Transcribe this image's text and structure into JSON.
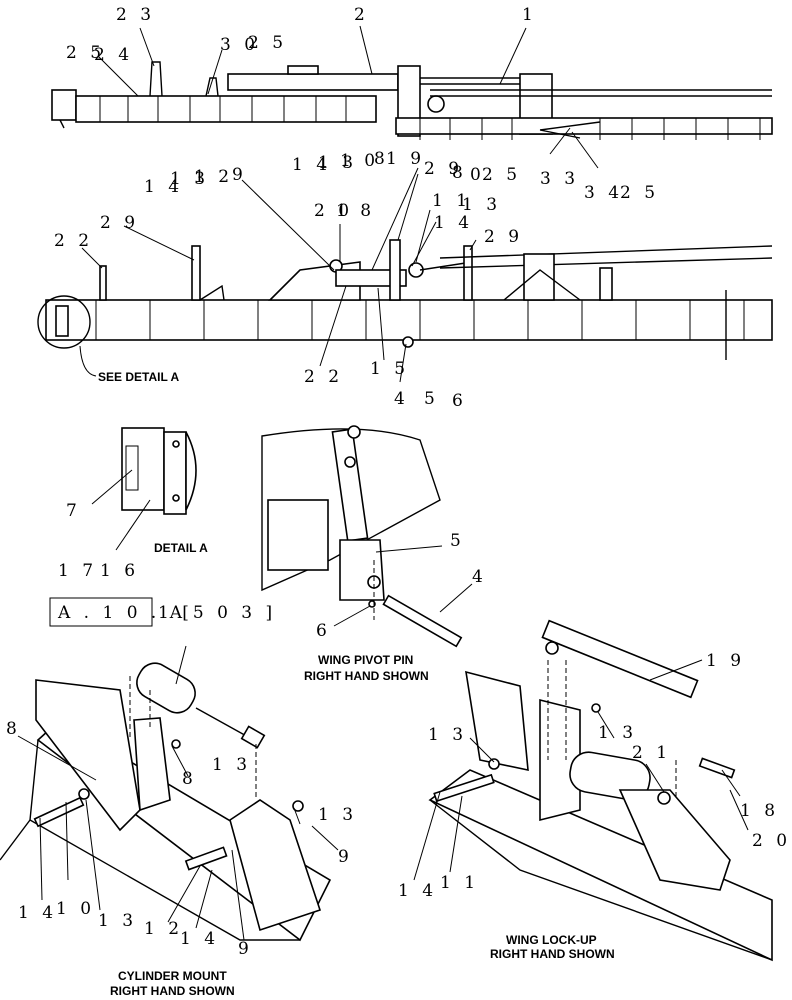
{
  "callouts": {
    "top": [
      "2 3",
      "2",
      "1",
      "2 5",
      "2 4",
      "3 0",
      "2 5",
      "3 3",
      "3 4",
      "2 5"
    ],
    "mid": [
      "1 4",
      "1 3",
      "1 2",
      "9",
      "1 4",
      "1 3",
      "1 0",
      "8",
      "1 9",
      "2 9",
      "8",
      "0",
      "2 5",
      "2 0",
      "1 8",
      "1 1",
      "1 3",
      "1 4",
      "2 2",
      "2 9",
      "2 9",
      "2 2",
      "1 5",
      "4",
      "5",
      "6"
    ],
    "detail": [
      "7",
      "1 7",
      "1 6"
    ],
    "pivot": [
      "5",
      "4",
      "6"
    ],
    "cyl": [
      "8",
      "8",
      "1 3",
      "1 3",
      "9",
      "1 4",
      "1 0",
      "1 3",
      "1 2",
      "1 4",
      "9"
    ],
    "lock": [
      "1 9",
      "1 3",
      "1 3",
      "2 1",
      "1 8",
      "2 0",
      "1 4",
      "1 1"
    ]
  },
  "see_detail": "SEE DETAIL  A",
  "detail_a": "DETAIL  A",
  "ref_box": "A . 1 0 . A",
  "ref_suffix": "1 [5 0 3 ]",
  "captions": {
    "pivot_1": "WING PIVOT PIN",
    "pivot_2": "RIGHT HAND SHOWN",
    "cyl_1": "CYLINDER MOUNT",
    "cyl_2": "RIGHT HAND SHOWN",
    "lock_1": "WING LOCK-UP",
    "lock_2": "RIGHT HAND SHOWN"
  }
}
